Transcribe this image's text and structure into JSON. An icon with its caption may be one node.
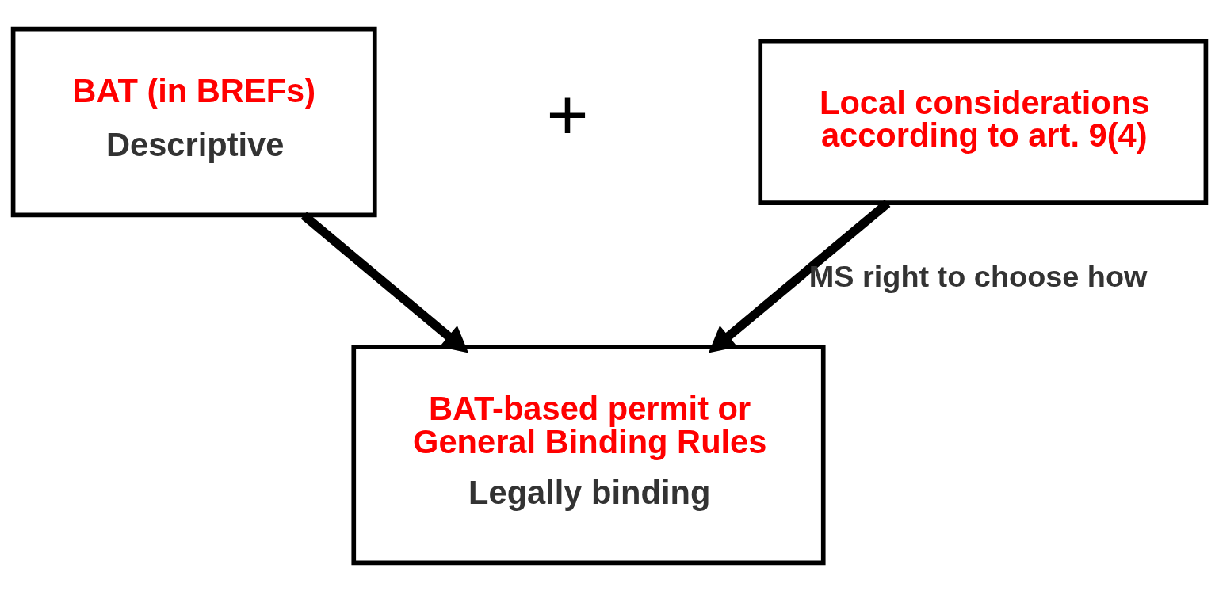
{
  "diagram": {
    "nodes": [
      {
        "text": [
          "BAT (in BREFs)",
          "Descriptive"
        ]
      },
      {
        "text": [
          "Local considerations according to art. 9(4)"
        ]
      },
      {
        "text": [
          "BAT-based permit or General Binding Rules",
          "Legally binding"
        ]
      }
    ],
    "edges": [
      {
        "from": 0,
        "to": 2,
        "arrow": "to"
      },
      {
        "from": 1,
        "to": 2,
        "arrow": "to",
        "label": "MS right to choose how"
      }
    ],
    "labels": [
      "+"
    ]
  }
}
